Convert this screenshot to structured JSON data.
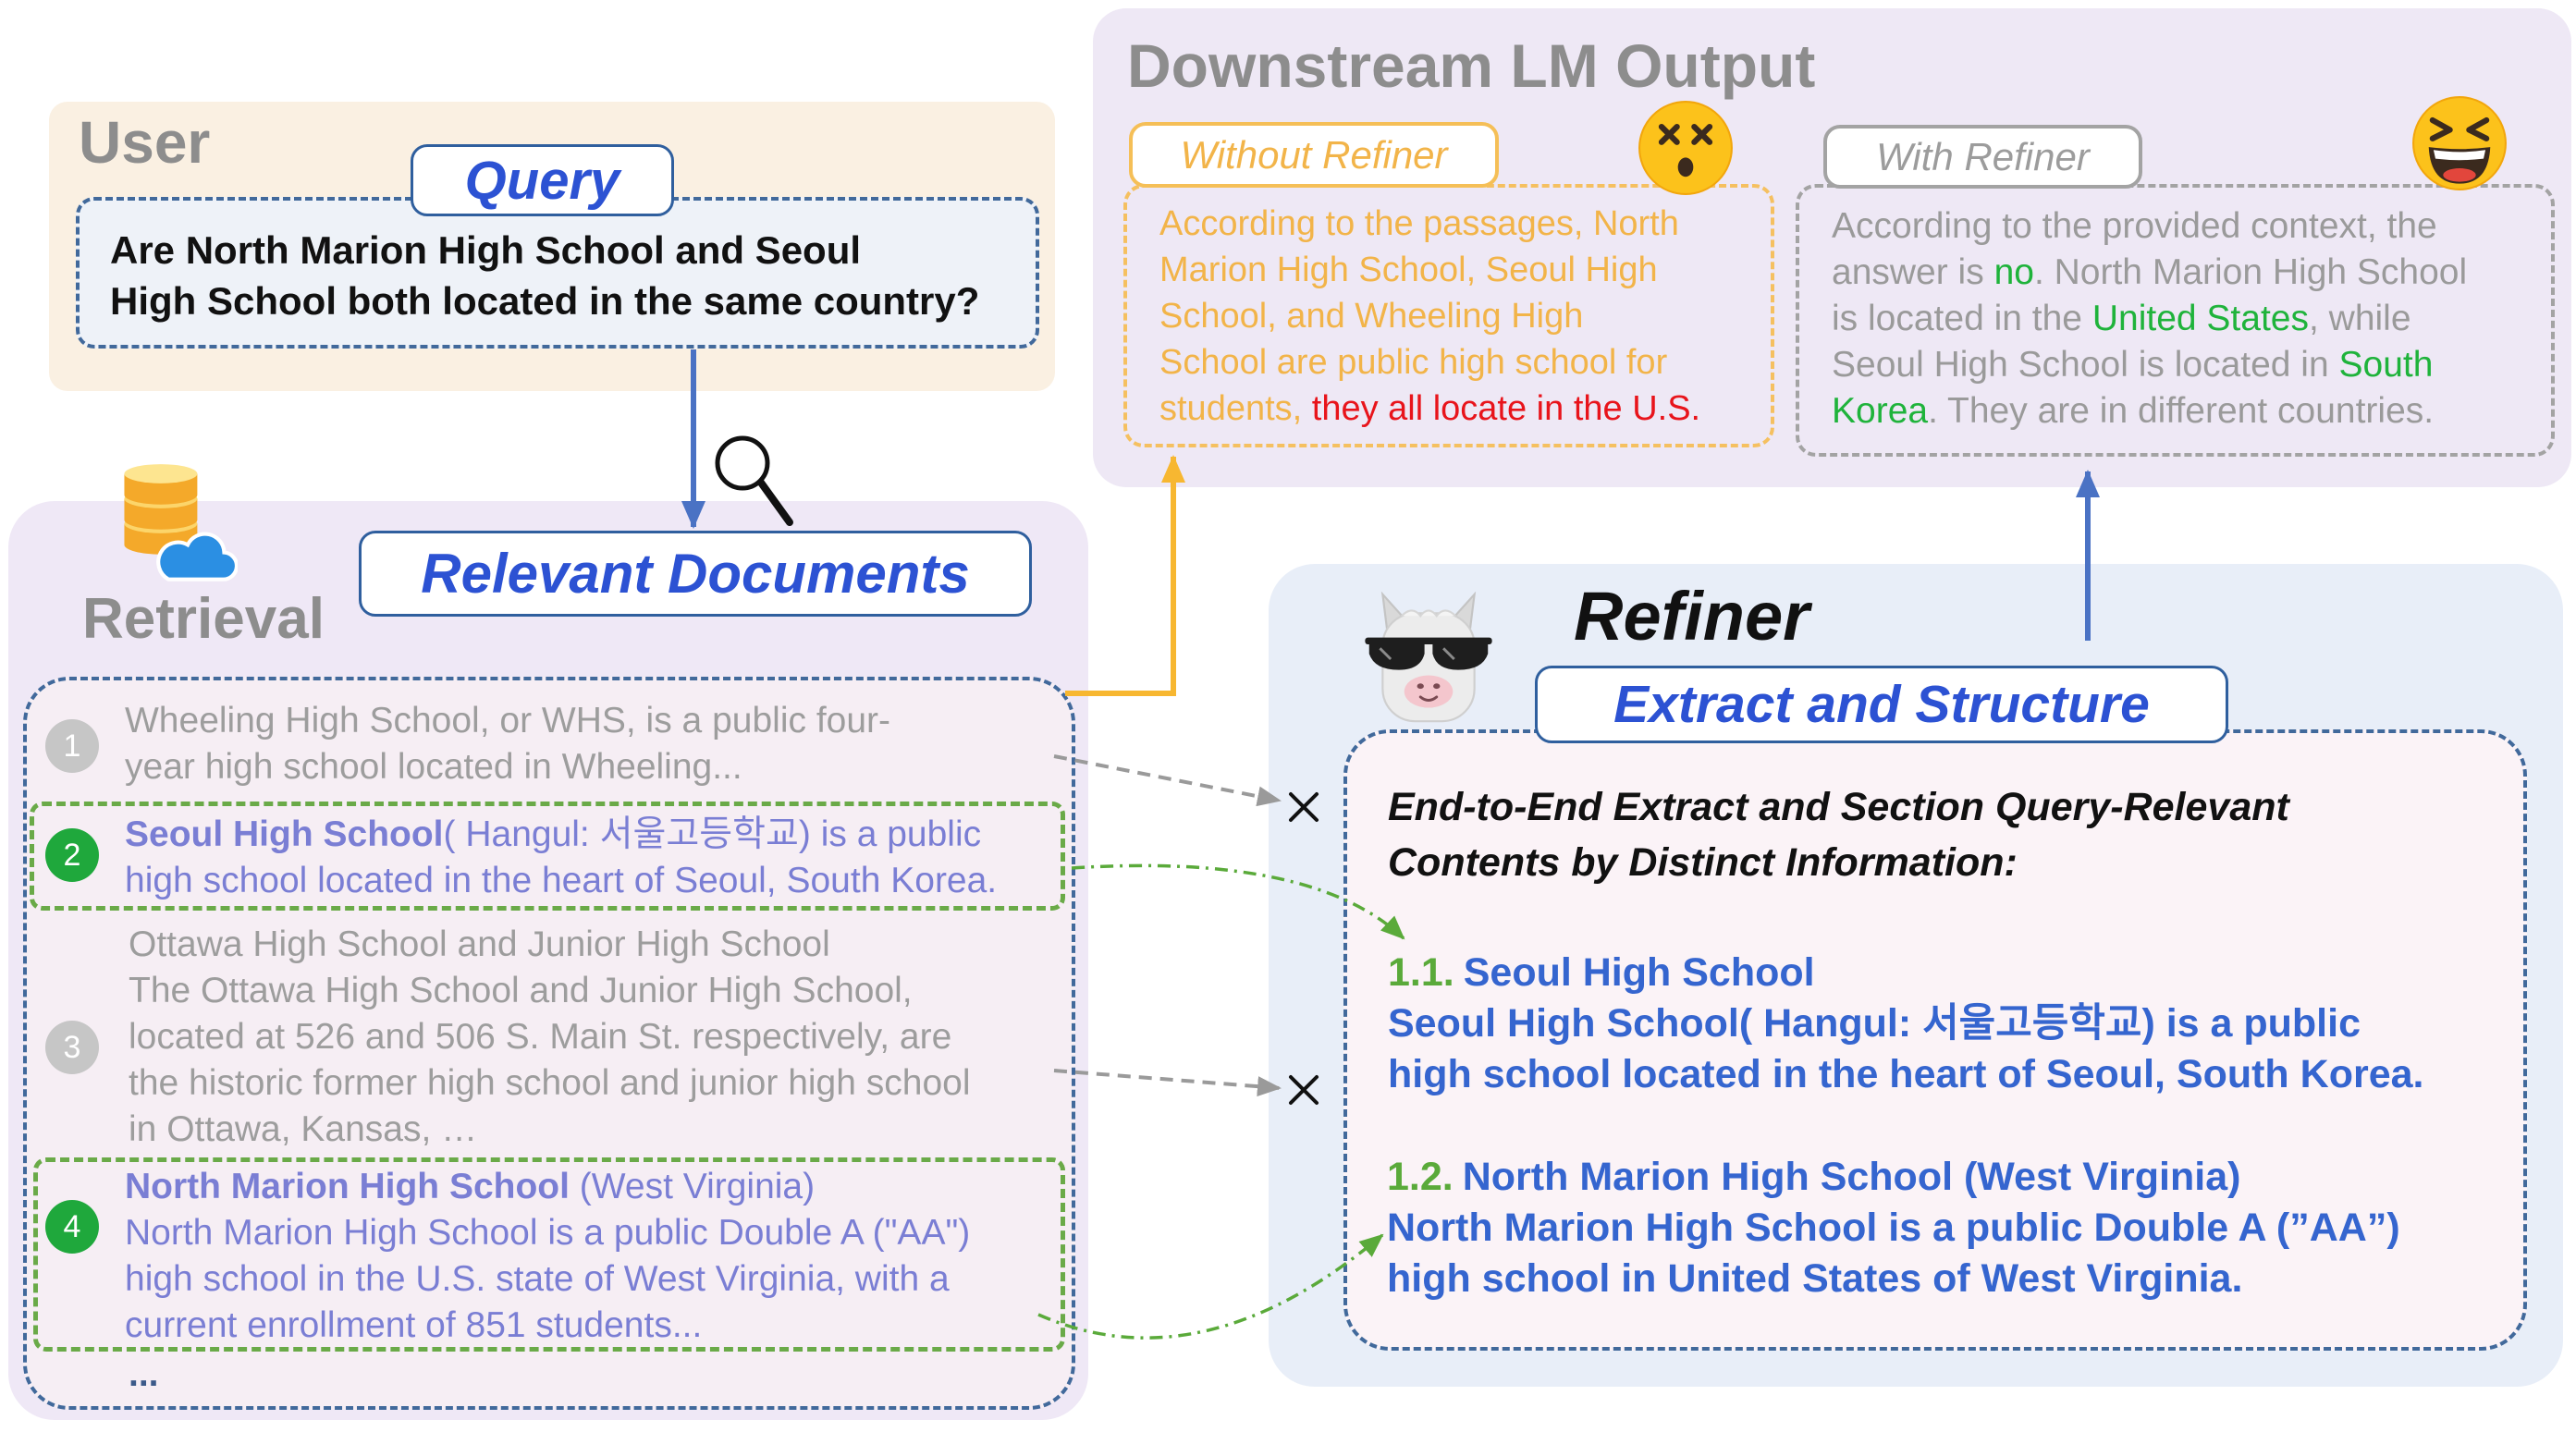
{
  "user": {
    "title": "User",
    "query_tab": "Query",
    "question": [
      "Are North Marion High School and Seoul",
      "High School both located in the same country?"
    ]
  },
  "retrieval": {
    "title": "Retrieval",
    "tab": "Relevant Documents",
    "documents": [
      {
        "number": "1",
        "lines": [
          "Wheeling High School, or WHS, is a public four-",
          "year high school located in Wheeling..."
        ]
      },
      {
        "number": "2",
        "title": "Seoul High School",
        "lines": [
          "( Hangul: 서울고등학교) is a public",
          "high school located in the heart of Seoul, South Korea."
        ]
      },
      {
        "number": "3",
        "lines": [
          "Ottawa High School and Junior High School",
          "The Ottawa High School and Junior High School,",
          "located at 526 and 506 S. Main St. respectively, are",
          "the historic former high school and junior high school",
          "in Ottawa, Kansas, …"
        ]
      },
      {
        "number": "4",
        "title": "North Marion High School",
        "title_suffix": " (West Virginia)",
        "lines": [
          "North Marion High School is a public Double A (\"AA\")",
          "high school in the U.S. state of West Virginia, with a",
          "current enrollment of 851 students..."
        ]
      }
    ],
    "more": "..."
  },
  "output": {
    "title": "Downstream LM Output",
    "without_refiner": {
      "tab": "Without Refiner",
      "lines": [
        [
          "According to the passages, North"
        ],
        [
          "Marion High School, Seoul High"
        ],
        [
          "School, and Wheeling High"
        ],
        [
          "School are public high school for"
        ],
        [
          "students, ",
          "they all locate in the U.S."
        ]
      ]
    },
    "with_refiner": {
      "tab": "With Refiner",
      "lines": [
        [
          "According to the provided context, the"
        ],
        [
          "answer is ",
          "no",
          ". North Marion High School"
        ],
        [
          "is located in the ",
          "United States",
          ", while"
        ],
        [
          "Seoul High School is located in ",
          "South"
        ],
        [
          "Korea",
          ". They are in different countries."
        ]
      ]
    }
  },
  "refiner": {
    "title": "Refiner",
    "tab": "Extract and Structure",
    "instruction": [
      "End-to-End Extract and Section Query-Relevant",
      "Contents by Distinct Information:"
    ],
    "sections": [
      {
        "number": "1.1.",
        "title": "Seoul High School",
        "lines": [
          "Seoul High School( Hangul: 서울고등학교) is a public",
          "high school located in the heart of Seoul, South Korea."
        ]
      },
      {
        "number": "1.2.",
        "title": "North Marion High School (West Virginia)",
        "lines": [
          "North Marion High School is a public Double A (”AA”)",
          "high school in United States of West Virginia."
        ]
      }
    ]
  },
  "icons": {
    "retrieval": "database-cloud-icon",
    "search": "magnifier-icon",
    "without_refiner": "dizzy-face-icon",
    "with_refiner": "laughing-face-icon",
    "refiner": "llama-sunglasses-icon",
    "discarded": "reject-x-icon"
  },
  "colors": {
    "accent_blue": "#2c52d3",
    "relevant_green": "#1fa83c",
    "without_orange": "#f2b449",
    "error_red": "#e8141b",
    "correct_green": "#1fb33b",
    "user_bg": "#faf0e2",
    "retrieval_bg": "#efe8f6",
    "refiner_bg": "#e8eef8"
  }
}
